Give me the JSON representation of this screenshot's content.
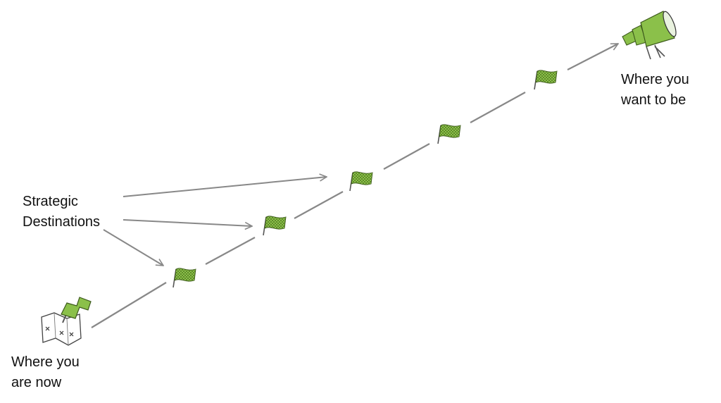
{
  "labels": {
    "start": {
      "line1": "Where you",
      "line2": "are now"
    },
    "goal": {
      "line1": "Where you",
      "line2": "want to be"
    },
    "destinations": {
      "line1": "Strategic",
      "line2": "Destinations"
    }
  },
  "icons": {
    "start": "map-with-pushpin-icon",
    "milestone": "checkered-flag-icon",
    "goal": "telescope-icon"
  },
  "milestone_count": 5,
  "colors": {
    "accent": "#8bc04a",
    "accent_dark": "#5e8a2a",
    "path_line": "#888888",
    "text": "#111111"
  }
}
